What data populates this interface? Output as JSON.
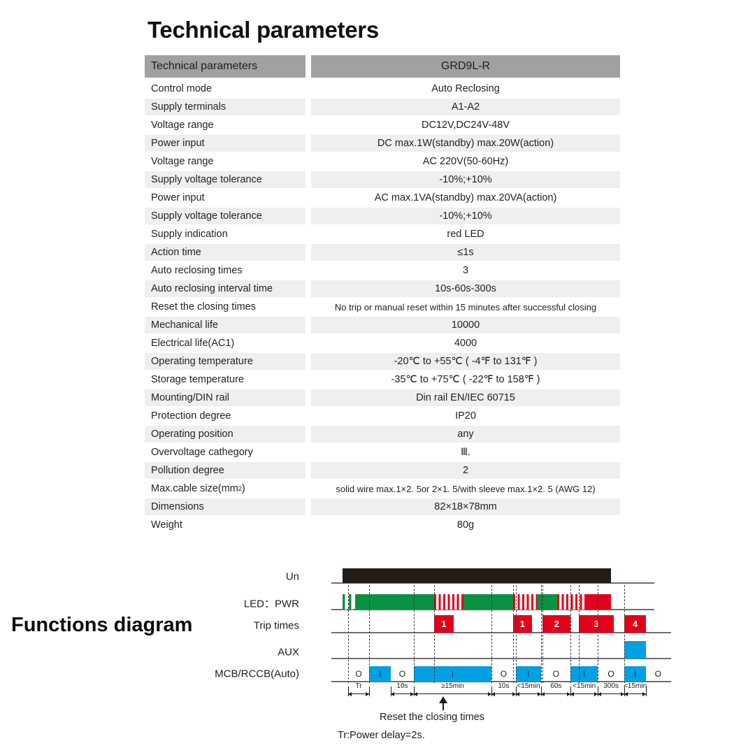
{
  "page": {
    "tech_title": "Technical parameters",
    "functions_heading": "Functions diagram"
  },
  "spec_table": {
    "header": {
      "key": "Technical parameters",
      "value": "GRD9L-R"
    },
    "rows": [
      {
        "key": "Control mode",
        "value": "Auto Reclosing"
      },
      {
        "key": "Supply terminals",
        "value": "A1-A2"
      },
      {
        "key": "Voltage range",
        "value": "DC12V,DC24V-48V"
      },
      {
        "key": "Power input",
        "value": "DC max.1W(standby)   max.20W(action)"
      },
      {
        "key": "Voltage range",
        "value": "AC 220V(50-60Hz)"
      },
      {
        "key": "Supply voltage tolerance",
        "value": "-10%;+10%"
      },
      {
        "key": "Power input",
        "value": "AC max.1VA(standby) max.20VA(action)"
      },
      {
        "key": "Supply voltage tolerance",
        "value": "-10%;+10%"
      },
      {
        "key": "Supply indication",
        "value": "red LED"
      },
      {
        "key": "Action time",
        "value": "≤1s"
      },
      {
        "key": "Auto reclosing times",
        "value": "3"
      },
      {
        "key": "Auto reclosing interval time",
        "value": "10s-60s-300s"
      },
      {
        "key": "Reset the closing times",
        "value": "No trip or manual reset within 15 minutes after successful closing"
      },
      {
        "key": "Mechanical life",
        "value": "10000"
      },
      {
        "key": "Electrical life(AC1)",
        "value": "4000"
      },
      {
        "key": "Operating temperature",
        "value": "-20℃ to +55℃ ( -4℉ to 131℉ )"
      },
      {
        "key": "Storage temperature",
        "value": "-35℃ to +75℃ ( -22℉ to 158℉ )"
      },
      {
        "key": "Mounting/DIN rail",
        "value": "Din rail EN/IEC 60715"
      },
      {
        "key": "Protection degree",
        "value": "IP20"
      },
      {
        "key": "Operating position",
        "value": "any"
      },
      {
        "key": "Overvoltage cathegory",
        "value": "Ⅲ."
      },
      {
        "key": "Pollution degree",
        "value": "2"
      },
      {
        "key": "Max.cable size(mm2)",
        "value": "solid wire max.1×2. 5or 2×1. 5/with  sleeve max.1×2. 5 (AWG  12)"
      },
      {
        "key": "Dimensions",
        "value": "82×18×78mm"
      },
      {
        "key": "Weight",
        "value": "80g"
      }
    ]
  },
  "diagram": {
    "row_labels": {
      "un": "Un",
      "led_pwr": "LED：PWR",
      "trip_times": "Trip  times",
      "aux": "AUX",
      "mcb": "MCB/RCCB(Auto)"
    },
    "trip_boxes": [
      "1",
      "1",
      "2",
      "3",
      "4"
    ],
    "mcb_states": [
      "O",
      "I",
      "O",
      "I",
      "O",
      "I",
      "O",
      "I",
      "O",
      "I",
      "O"
    ],
    "interval_labels": [
      "Tr",
      "10s",
      "≥15min",
      "10s",
      "<15min",
      "60s",
      "<15min",
      "300s",
      "<15min"
    ],
    "reset_note": "Reset the closing times",
    "tr_note": "Tr:Power delay=2s.",
    "colors": {
      "green": "#0a9242",
      "red": "#e2001a",
      "blue": "#00a0e3",
      "black": "#241c18",
      "header_gray": "#9fa1a2",
      "band_gray": "#eeeff0"
    }
  },
  "chart_data": {
    "type": "timing-diagram",
    "title": "Functions diagram",
    "xlabel": "",
    "ylabel": "",
    "channels": [
      {
        "name": "Un",
        "segments": [
          {
            "start": 0.0,
            "end": 100.0,
            "state": "on",
            "color": "#241c18"
          }
        ]
      },
      {
        "name": "LED：PWR",
        "segments": [
          {
            "start": 0.0,
            "end": 1.6,
            "state": "blink",
            "color": "#0a9242"
          },
          {
            "start": 2.4,
            "end": 4.0,
            "state": "blink",
            "color": "#0a9242"
          },
          {
            "start": 4.8,
            "end": 34.0,
            "state": "on",
            "color": "#0a9242"
          },
          {
            "start": 34.0,
            "end": 45.0,
            "state": "blink",
            "color": "#e2001a"
          },
          {
            "start": 45.0,
            "end": 63.5,
            "state": "on",
            "color": "#0a9242"
          },
          {
            "start": 63.5,
            "end": 72.5,
            "state": "blink",
            "color": "#e2001a"
          },
          {
            "start": 72.5,
            "end": 80.0,
            "state": "on",
            "color": "#0a9242"
          },
          {
            "start": 80.0,
            "end": 90.5,
            "state": "blink",
            "color": "#e2001a"
          },
          {
            "start": 90.5,
            "end": 100.0,
            "state": "on",
            "color": "#e2001a"
          }
        ]
      },
      {
        "name": "Trip  times",
        "pulses": [
          {
            "label": "1",
            "start": 34.0,
            "end": 41.5
          },
          {
            "label": "1",
            "start": 63.5,
            "end": 70.5
          },
          {
            "label": "2",
            "start": 74.5,
            "end": 85.0
          },
          {
            "label": "3",
            "start": 88.0,
            "end": 101.0
          },
          {
            "label": "4",
            "start": 105.0,
            "end": 113.0
          }
        ]
      },
      {
        "name": "AUX",
        "pulses": [
          {
            "label": "",
            "start": 105.0,
            "end": 113.0
          }
        ]
      },
      {
        "name": "MCB/RCCB(Auto)",
        "states": [
          "O",
          "I",
          "O",
          "I",
          "O",
          "I",
          "O",
          "I",
          "O",
          "I",
          "O"
        ]
      }
    ],
    "interval_annotations": [
      {
        "label": "Tr"
      },
      {
        "label": "10s"
      },
      {
        "label": "≥15min"
      },
      {
        "label": "10s"
      },
      {
        "label": "<15min"
      },
      {
        "label": "60s"
      },
      {
        "label": "<15min"
      },
      {
        "label": "300s"
      },
      {
        "label": "<15min"
      }
    ],
    "notes": [
      "Reset the closing times",
      "Tr:Power delay=2s."
    ]
  }
}
